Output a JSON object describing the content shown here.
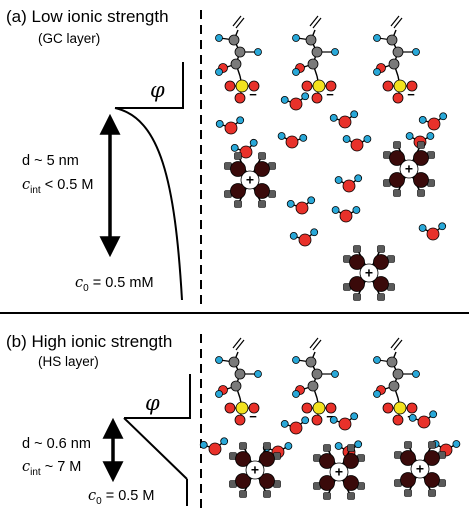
{
  "panel_a": {
    "title": "(a) Low ionic strength",
    "subtitle": "(GC layer)",
    "phi": "φ",
    "d_label": "d ~ 5 nm",
    "cint_base": "c",
    "cint_sub": "int",
    "cint_rest": " < 0.5 M",
    "c0_base": "c",
    "c0_sub": "0",
    "c0_rest": " = 0.5 mM"
  },
  "panel_b": {
    "title": "(b) High ionic strength",
    "subtitle": "(HS layer)",
    "phi": "φ",
    "d_label": "d ~ 0.6 nm",
    "cint_base": "c",
    "cint_sub": "int",
    "cint_rest": " ~ 7 M",
    "c0_base": "c",
    "c0_sub": "0",
    "c0_rest": " = 0.5 M"
  },
  "symbols": {
    "plus": "+",
    "minus": "−"
  },
  "colors": {
    "oxygen": "#e8312a",
    "hydrogen": "#29a8d8",
    "carbon": "#7a7a7a",
    "sulfur": "#f2e21e",
    "cation_center": "#3a0a0a",
    "cation_ring": "#ffffff",
    "methyl": "#5a5a5a"
  }
}
